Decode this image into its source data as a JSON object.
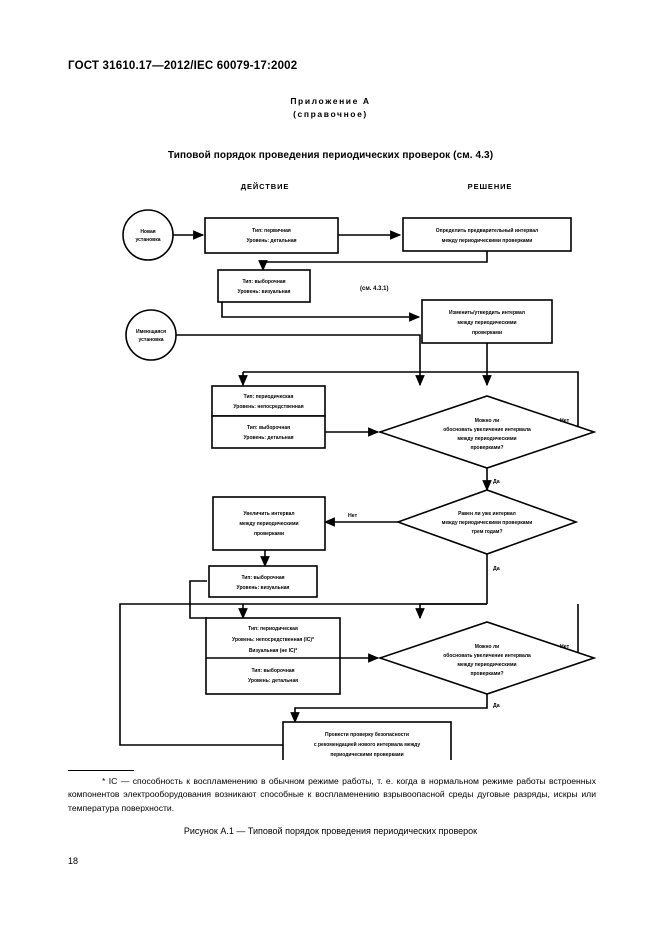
{
  "document": {
    "header": "ГОСТ  31610.17—2012/IEC 60079-17:2002",
    "annex_title": "Приложение А",
    "annex_subtitle": "(справочное)",
    "figure_heading": "Типовой порядок проведения периодических проверок (см. 4.3)",
    "caption": "Рисунок А.1 — Типовой порядок проведения периодических проверок",
    "page_number": "18",
    "footnote": {
      "marker": "*",
      "text": "IC — способность к воспламенению в обычном режиме работы, т. е. когда в нормальном режиме работы встроенных компонентов электрооборудования возникают способные к воспламенению взрывоопасной среды дуговые разряды, искры или температура поверхности."
    }
  },
  "chart_data": {
    "type": "diagram",
    "title": "Типовой порядок проведения периодических проверок",
    "columns": [
      {
        "id": "action",
        "label": "ДЕЙСТВИЕ"
      },
      {
        "id": "decision",
        "label": "РЕШЕНИЕ"
      }
    ],
    "annotations": [
      {
        "id": "ref-431",
        "text": "(см. 4.3.1)"
      }
    ],
    "nodes": [
      {
        "id": "start-new",
        "shape": "circle",
        "column": "action",
        "lines": [
          "Новая",
          "установка"
        ]
      },
      {
        "id": "start-existing",
        "shape": "circle",
        "column": "action",
        "lines": [
          "Имеющаяся",
          "установка"
        ]
      },
      {
        "id": "box-initial",
        "shape": "box",
        "column": "action",
        "lines": [
          "Тип: первичная",
          "Уровень: детальная"
        ]
      },
      {
        "id": "box-define-interval",
        "shape": "box",
        "column": "decision",
        "lines": [
          "Определить предварительный интервал",
          "между периодическими проверками"
        ]
      },
      {
        "id": "box-sample-visual-1",
        "shape": "box",
        "column": "action",
        "lines": [
          "Тип: выборочная",
          "Уровень: визуальная"
        ]
      },
      {
        "id": "box-change-confirm",
        "shape": "box",
        "column": "decision",
        "lines": [
          "Изменить/утвердить интервал",
          "между периодическими",
          "проверками"
        ]
      },
      {
        "id": "box-periodic-close",
        "shape": "box",
        "column": "action",
        "lines": [
          "Тип: периодическая",
          "Уровень: непосредственная"
        ]
      },
      {
        "id": "box-sample-detail-1",
        "shape": "box",
        "column": "action",
        "lines": [
          "Тип: выборочная",
          "Уровень: детальная"
        ]
      },
      {
        "id": "dec-justify-1",
        "shape": "diamond",
        "column": "decision",
        "lines": [
          "Можно ли",
          "обосновать увеличение интервала",
          "между периодическими",
          "проверками?"
        ]
      },
      {
        "id": "dec-three-years",
        "shape": "diamond",
        "column": "decision",
        "lines": [
          "Равен ли уже интервал",
          "между периодическими проверками",
          "трем годам?"
        ]
      },
      {
        "id": "box-increase-interval",
        "shape": "box",
        "column": "action",
        "lines": [
          "Увеличить интервал",
          "между периодическими",
          "проверками"
        ]
      },
      {
        "id": "box-sample-visual-2",
        "shape": "box",
        "column": "action",
        "lines": [
          "Тип: выборочная",
          "Уровень: визуальная"
        ]
      },
      {
        "id": "box-periodic-ic",
        "shape": "box-split",
        "column": "action",
        "lines_top": [
          "Тип: периодическая",
          "Уровень: непосредственная (IC)*",
          "Визуальная (не IC)*"
        ],
        "lines_bottom": [
          "Тип: выборочная",
          "Уровень: детальная"
        ]
      },
      {
        "id": "dec-justify-2",
        "shape": "diamond",
        "column": "decision",
        "lines": [
          "Можно ли",
          "обосновать увеличение интервала",
          "между периодическими",
          "проверками?"
        ]
      },
      {
        "id": "box-safety-review",
        "shape": "box",
        "column": "action",
        "lines": [
          "Провести проверку безопасности",
          "с рекомендацией нового интервала между",
          "периодическими проверками"
        ]
      }
    ],
    "edge_labels": [
      {
        "id": "no-1",
        "text": "Нет"
      },
      {
        "id": "yes-1",
        "text": "Да"
      },
      {
        "id": "no-2",
        "text": "Нет"
      },
      {
        "id": "yes-2",
        "text": "Да"
      },
      {
        "id": "no-3",
        "text": "Нет"
      },
      {
        "id": "yes-3",
        "text": "Да"
      }
    ]
  }
}
